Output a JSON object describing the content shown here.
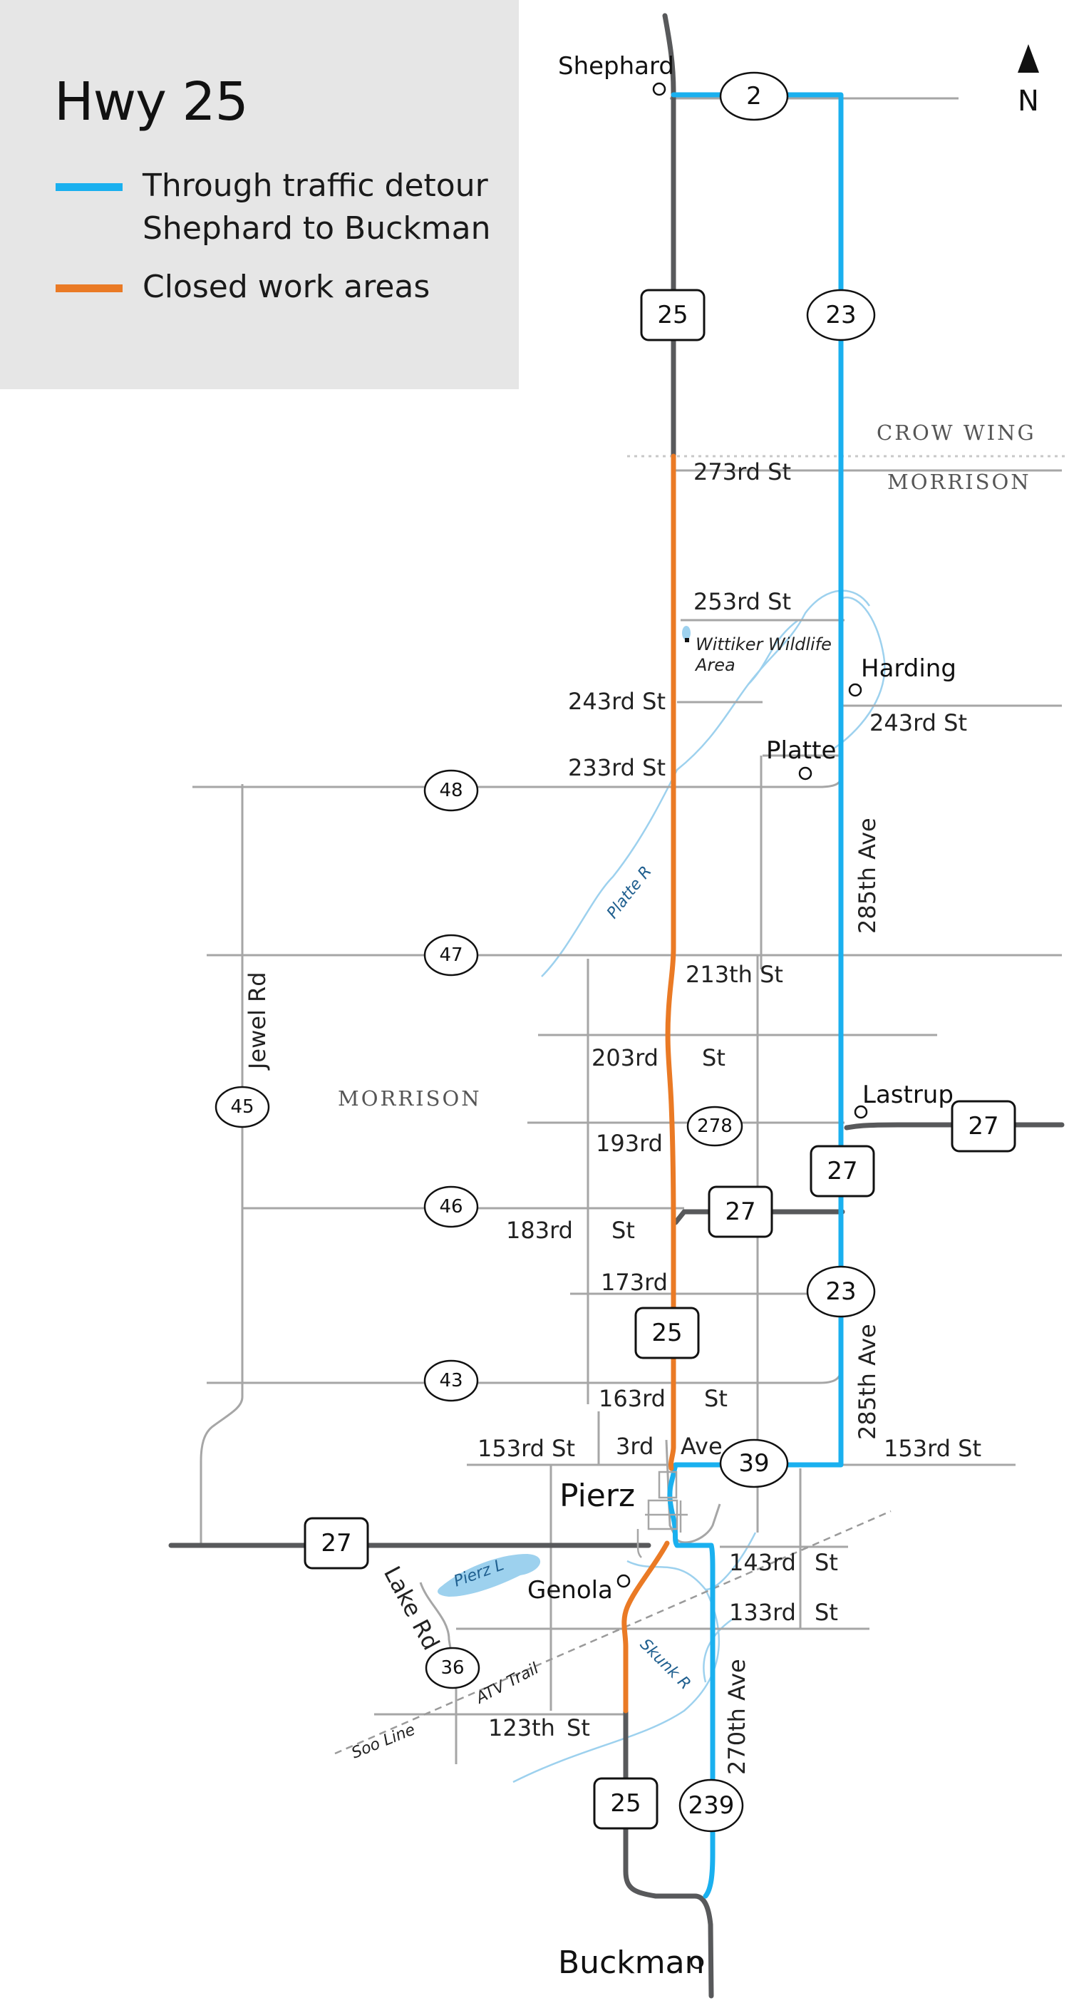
{
  "legend": {
    "title": "Hwy 25",
    "detour_label_1": "Through traffic detour",
    "detour_label_2": "Shephard to Buckman",
    "work_label": "Closed work areas",
    "detour_color": "#1ab0ef",
    "work_color": "#ea7a25"
  },
  "north": {
    "label": "N"
  },
  "counties": {
    "crow_wing": "CROW WING",
    "morrison_top": "MORRISON",
    "morrison_mid": "MORRISON"
  },
  "cities": {
    "shephard": "Shephard",
    "harding": "Harding",
    "platte": "Platte",
    "lastrup": "Lastrup",
    "pierz": "Pierz",
    "genola": "Genola",
    "buckman": "Buckman"
  },
  "poi": {
    "wittiker_1": "Wittiker Wildlife",
    "wittiker_2": "Area"
  },
  "streets": {
    "s273": "273rd St",
    "s253": "253rd St",
    "s243_left": "243rd St",
    "s243_right": "243rd St",
    "s233": "233rd St",
    "s213": "213th St",
    "s203a": "203rd",
    "s203b": "St",
    "s193": "193rd",
    "s183a": "183rd",
    "s183b": "St",
    "s173": "173rd",
    "s163a": "163rd",
    "s163b": "St",
    "s153_left": "153rd St",
    "s3rd_a": "3rd",
    "s3rd_b": "Ave",
    "s153_right": "153rd St",
    "s143a": "143rd",
    "s143b": "St",
    "s133a": "133rd",
    "s133b": "St",
    "s123a": "123th",
    "s123b": "St",
    "ave285_top": "285th Ave",
    "ave285_bottom": "285th Ave",
    "ave270": "270th Ave",
    "jewel": "Jewel Rd",
    "lake": "Lake Rd",
    "atv": "ATV Trail",
    "soo": "Soo Line"
  },
  "water": {
    "platte_r": "Platte R",
    "pierz_l": "Pierz L",
    "skunk_r": "Skunk R"
  },
  "shields": {
    "h2": "2",
    "h25_top": "25",
    "h23_top": "23",
    "h48": "48",
    "h47": "47",
    "h45": "45",
    "h278": "278",
    "h27_right": "27",
    "h27_mid": "27",
    "h46": "46",
    "h27_center": "27",
    "h23_mid": "23",
    "h25_mid": "25",
    "h43": "43",
    "h39": "39",
    "h27_left": "27",
    "h36": "36",
    "h25_bottom": "25",
    "h239": "239"
  }
}
